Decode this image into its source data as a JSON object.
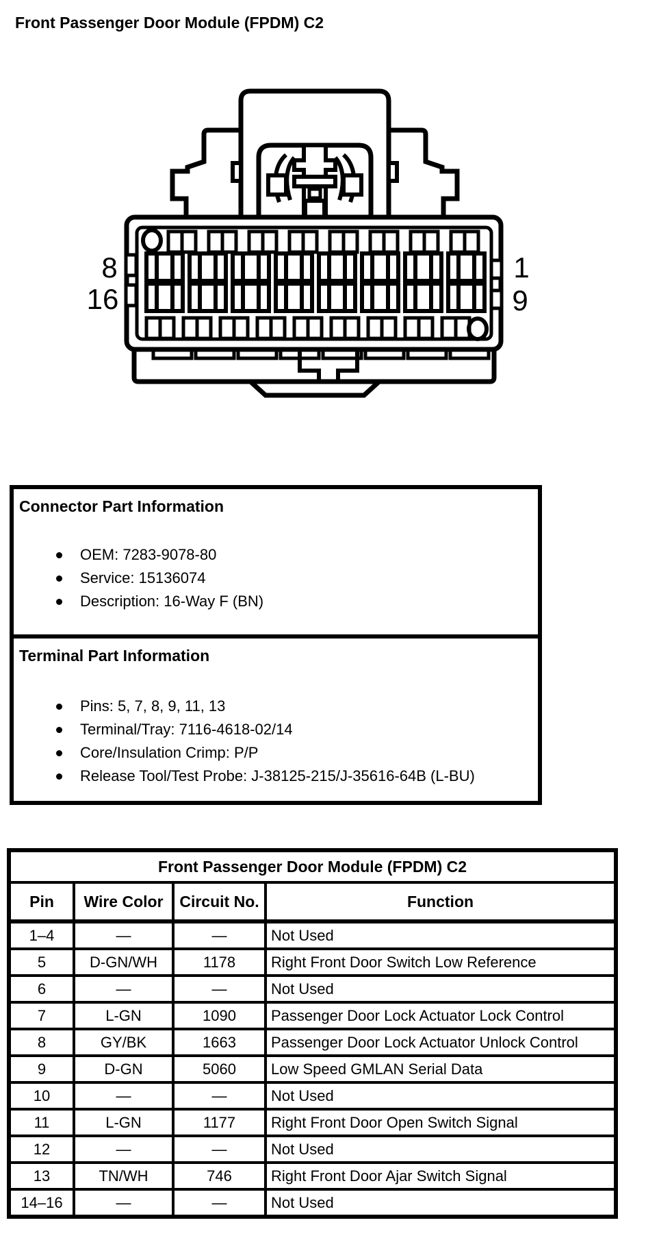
{
  "page": {
    "title": "Front Passenger Door Module (FPDM) C2",
    "colors": {
      "ink": "#000000",
      "paper": "#ffffff"
    }
  },
  "connector": {
    "pin_labels": {
      "top_left": "8",
      "bottom_left": "16",
      "top_right": "1",
      "bottom_right": "9"
    }
  },
  "info_box": {
    "sections": [
      {
        "heading": "Connector Part Information",
        "bullets": [
          "OEM: 7283-9078-80",
          "Service: 15136074",
          "Description: 16-Way F (BN)"
        ]
      },
      {
        "heading": "Terminal Part Information",
        "bullets": [
          "Pins: 5, 7, 8, 9, 11, 13",
          "Terminal/Tray: 7116-4618-02/14",
          "Core/Insulation Crimp: P/P",
          "Release Tool/Test Probe: J-38125-215/J-35616-64B (L-BU)"
        ]
      }
    ]
  },
  "pinout_table": {
    "title": "Front Passenger Door Module (FPDM) C2",
    "columns": [
      "Pin",
      "Wire Color",
      "Circuit No.",
      "Function"
    ],
    "rows": [
      [
        "1–4",
        "—",
        "—",
        "Not Used"
      ],
      [
        "5",
        "D-GN/WH",
        "1178",
        "Right Front Door Switch Low Reference"
      ],
      [
        "6",
        "—",
        "—",
        "Not Used"
      ],
      [
        "7",
        "L-GN",
        "1090",
        "Passenger Door Lock Actuator Lock Control"
      ],
      [
        "8",
        "GY/BK",
        "1663",
        "Passenger Door Lock Actuator Unlock Control"
      ],
      [
        "9",
        "D-GN",
        "5060",
        "Low Speed GMLAN Serial Data"
      ],
      [
        "10",
        "—",
        "—",
        "Not Used"
      ],
      [
        "11",
        "L-GN",
        "1177",
        "Right Front Door Open Switch Signal"
      ],
      [
        "12",
        "—",
        "—",
        "Not Used"
      ],
      [
        "13",
        "TN/WH",
        "746",
        "Right Front Door Ajar Switch Signal"
      ],
      [
        "14–16",
        "—",
        "—",
        "Not Used"
      ]
    ]
  }
}
